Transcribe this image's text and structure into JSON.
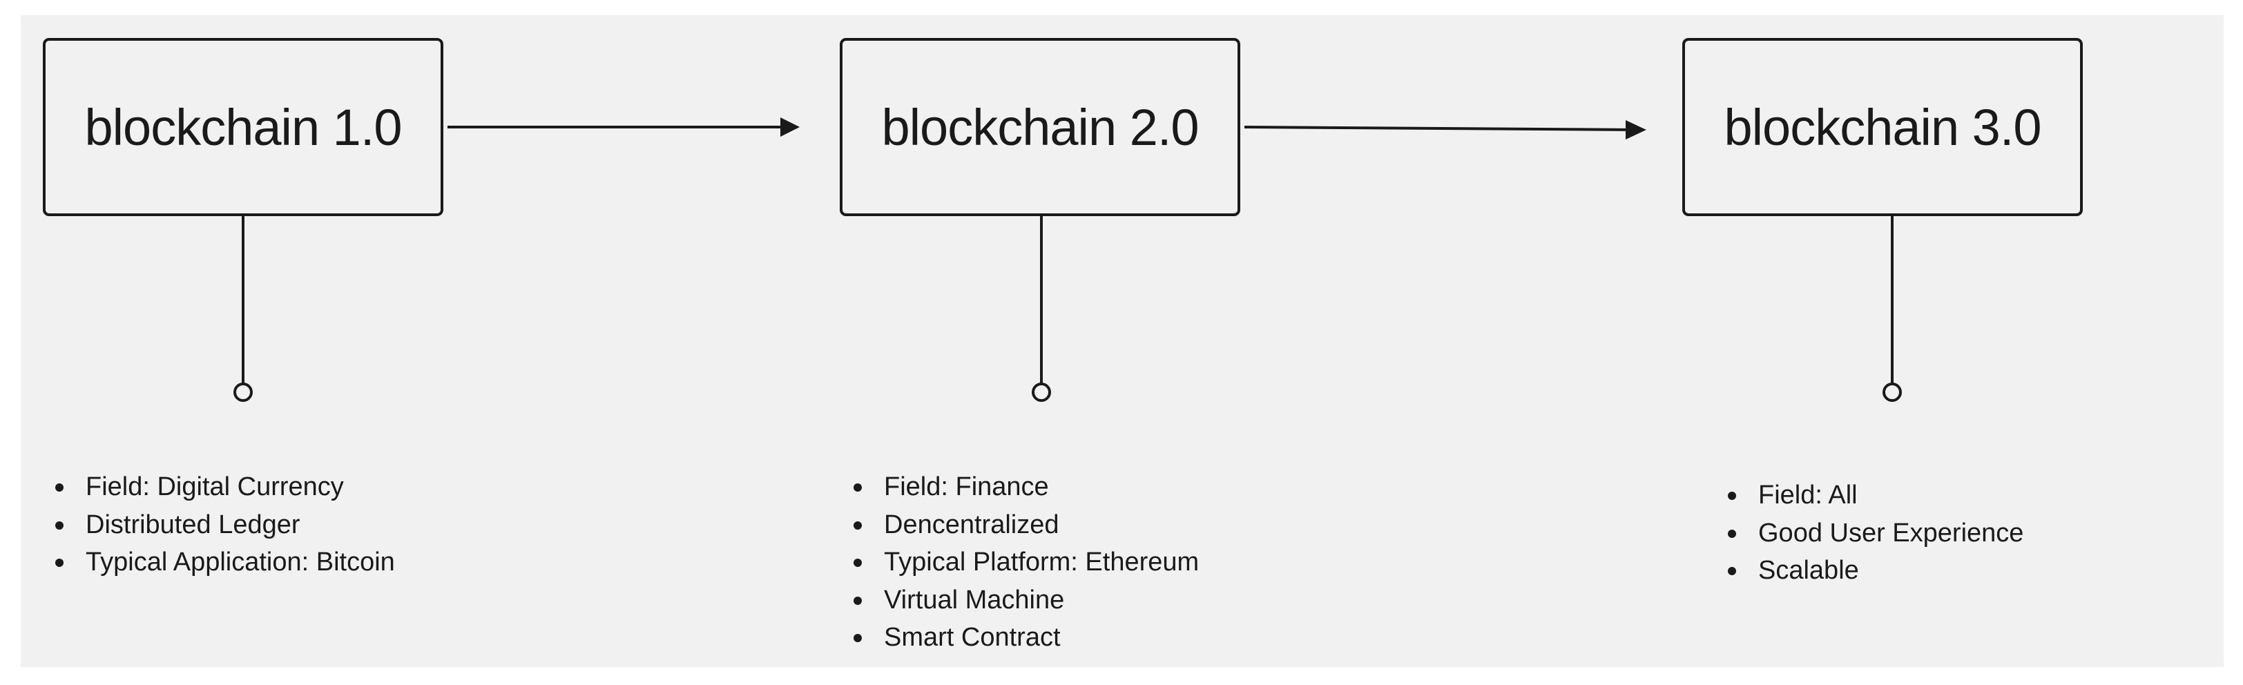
{
  "stages": [
    {
      "title": "blockchain 1.0",
      "features": [
        "Field: Digital Currency",
        "Distributed Ledger",
        "Typical Application: Bitcoin"
      ]
    },
    {
      "title": "blockchain 2.0",
      "features": [
        "Field: Finance",
        "Dencentralized",
        "Typical Platform: Ethereum",
        "Virtual Machine",
        "Smart Contract"
      ]
    },
    {
      "title": "blockchain 3.0",
      "features": [
        "Field: All",
        "Good User Experience",
        "Scalable"
      ]
    }
  ],
  "colors": {
    "background": "#f1f1f1",
    "stroke": "#1a1a1a",
    "text": "#1a1a1a"
  }
}
